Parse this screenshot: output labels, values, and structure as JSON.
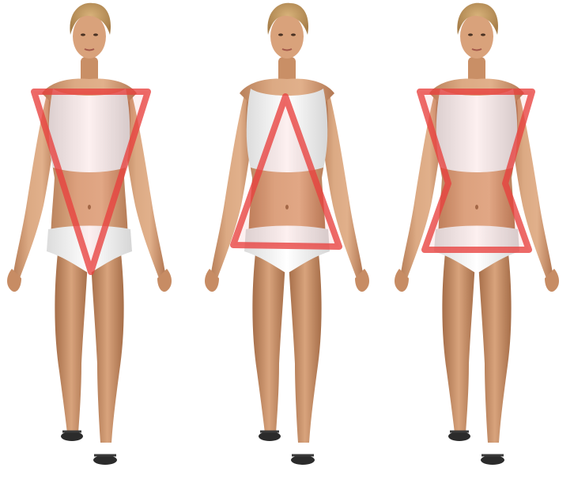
{
  "figures": [
    {
      "id": "inverted-triangle",
      "shape": "inverted-triangle"
    },
    {
      "id": "triangle",
      "shape": "triangle"
    },
    {
      "id": "hourglass",
      "shape": "hourglass"
    }
  ],
  "colors": {
    "outline": "#e8403d",
    "skin": "#d9a07a",
    "skin_shadow": "#b97a52",
    "hair": "#c9a16a",
    "garment": "#f4f4f4",
    "sandal": "#2b2b2b",
    "background": "#ffffff"
  }
}
